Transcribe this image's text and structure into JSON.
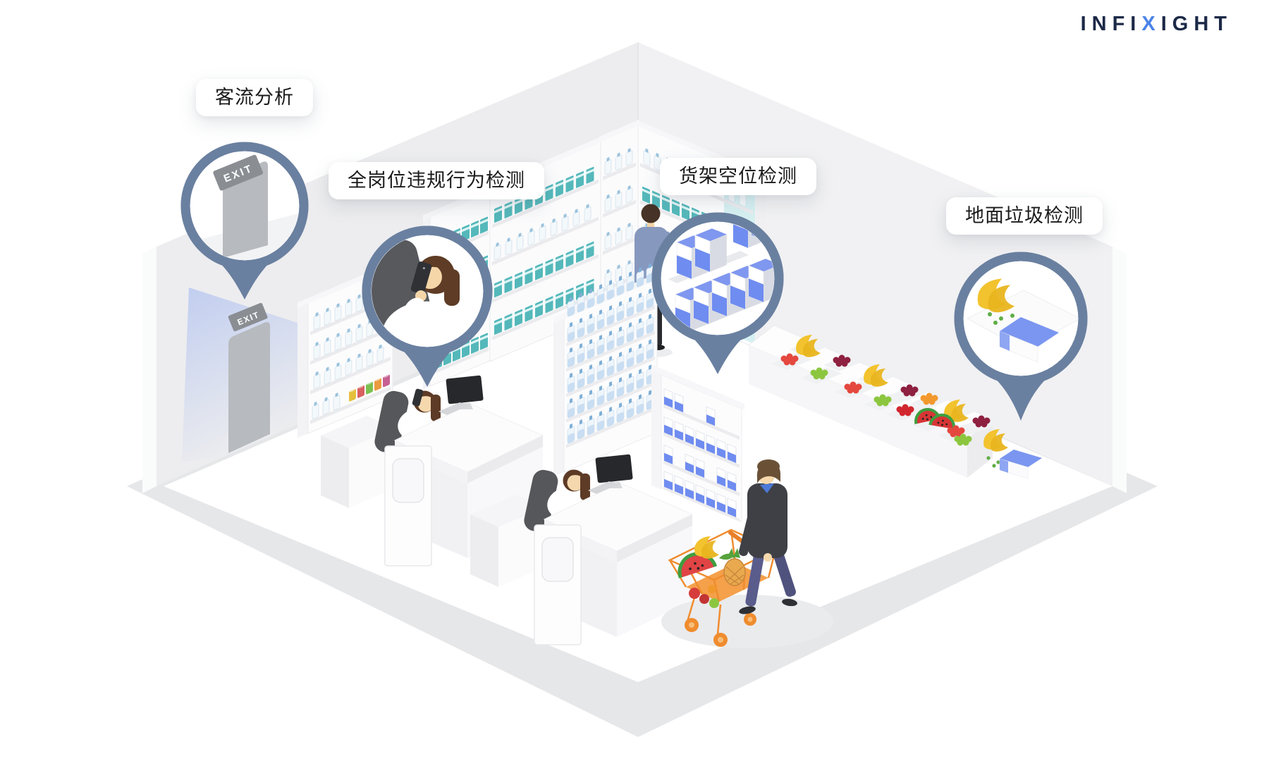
{
  "logo": {
    "prefix": "INFI",
    "x": "X",
    "suffix": "IGHT"
  },
  "callouts": {
    "customer_flow": {
      "label": "客流分析"
    },
    "violation": {
      "label": "全岗位违规行为检测"
    },
    "shelf_gap": {
      "label": "货架空位检测"
    },
    "floor_trash": {
      "label": "地面垃圾检测"
    }
  },
  "scene": {
    "exit_sign": "EXIT",
    "colors": {
      "pin": "#6A80A0",
      "label_bg": "#FFFFFF",
      "label_text": "#1A1A1A",
      "logo_navy": "#1C2947",
      "logo_blue": "#4B83E8",
      "accent_blue_box": "#7B96F0",
      "teal_product": "#54B8BA",
      "cart_orange": "#EF8C2E",
      "wall_gray": "#EDEDEF",
      "floor_white": "#FFFFFF",
      "floor_apron": "#E6E7E9",
      "door_gray": "#B7BABE"
    }
  }
}
